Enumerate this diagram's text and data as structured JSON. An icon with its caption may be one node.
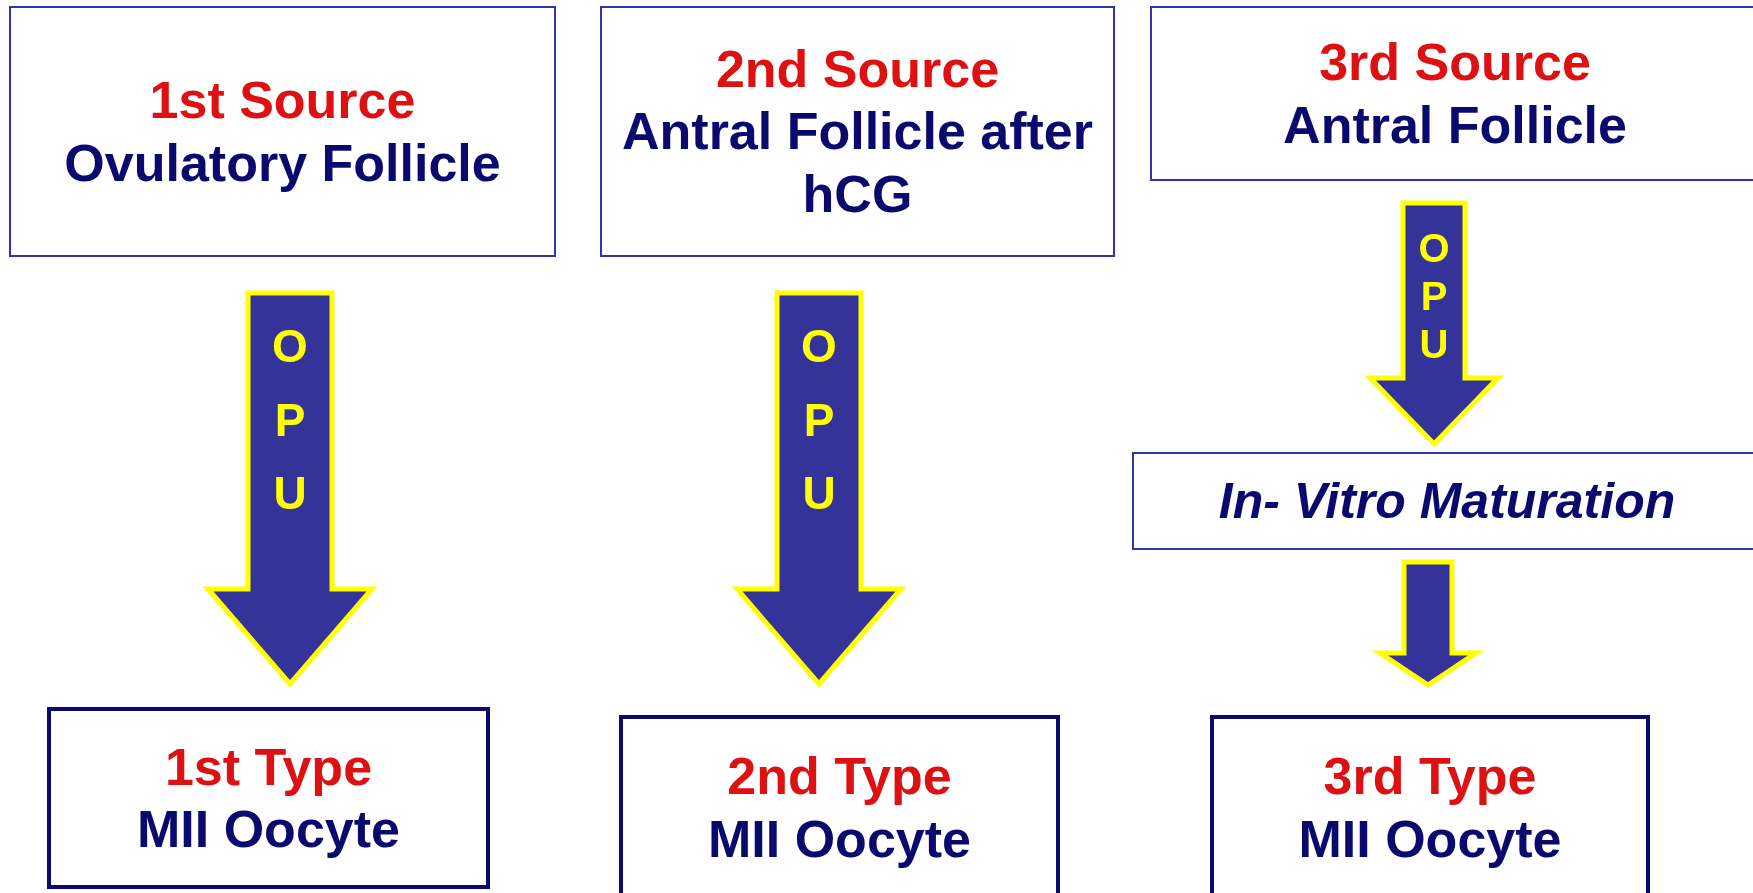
{
  "diagram": {
    "nodes": [
      {
        "text": [
          "1st Source",
          "Ovulatory Follicle"
        ]
      },
      {
        "text": [
          "2nd Source",
          "Antral Follicle after hCG"
        ]
      },
      {
        "text": [
          "3rd Source",
          "Antral Follicle"
        ]
      },
      {
        "text": [
          "In- Vitro Maturation"
        ]
      },
      {
        "text": [
          "1st Type",
          "MII Oocyte"
        ]
      },
      {
        "text": [
          "2nd Type",
          "MII Oocyte"
        ]
      },
      {
        "text": [
          "3rd Type",
          "MII Oocyte"
        ]
      }
    ],
    "edges": [
      {
        "from": 0,
        "to": 4,
        "arrow": "to",
        "label": "OPU"
      },
      {
        "from": 1,
        "to": 5,
        "arrow": "to",
        "label": "OPU"
      },
      {
        "from": 2,
        "to": 3,
        "arrow": "to",
        "label": "OPU"
      },
      {
        "from": 3,
        "to": 6,
        "arrow": "to"
      }
    ]
  }
}
